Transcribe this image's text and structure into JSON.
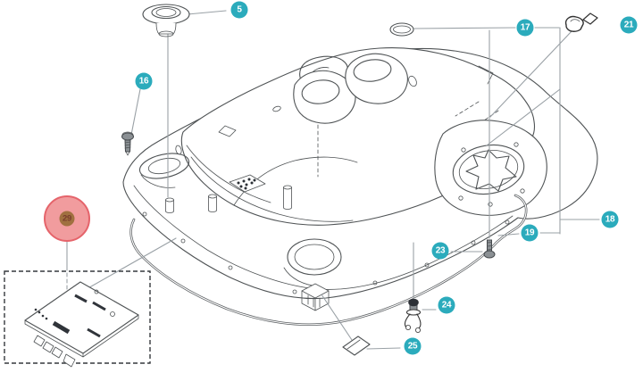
{
  "diagram": {
    "kind": "exploded-parts-diagram",
    "subject": "robotic-mower-chassis",
    "highlighted_callout": "29"
  },
  "theme": {
    "accent_teal": "#2BABBC",
    "badge_text": "#FFFFFF",
    "highlight_fill": "#F19C9E",
    "highlight_border": "#E5646B",
    "highlight_badge_bg": "#A07040",
    "highlight_badge_text": "#7A3C2D",
    "artwork_line": "#4F5355",
    "leader_line": "#9AA1A6"
  },
  "callouts": {
    "c5": {
      "number": "5"
    },
    "c16": {
      "number": "16"
    },
    "c17": {
      "number": "17"
    },
    "c18": {
      "number": "18"
    },
    "c19": {
      "number": "19"
    },
    "c21": {
      "number": "21"
    },
    "c23": {
      "number": "23"
    },
    "c24": {
      "number": "24"
    },
    "c25": {
      "number": "25"
    },
    "c29": {
      "number": "29",
      "highlighted": true
    }
  }
}
